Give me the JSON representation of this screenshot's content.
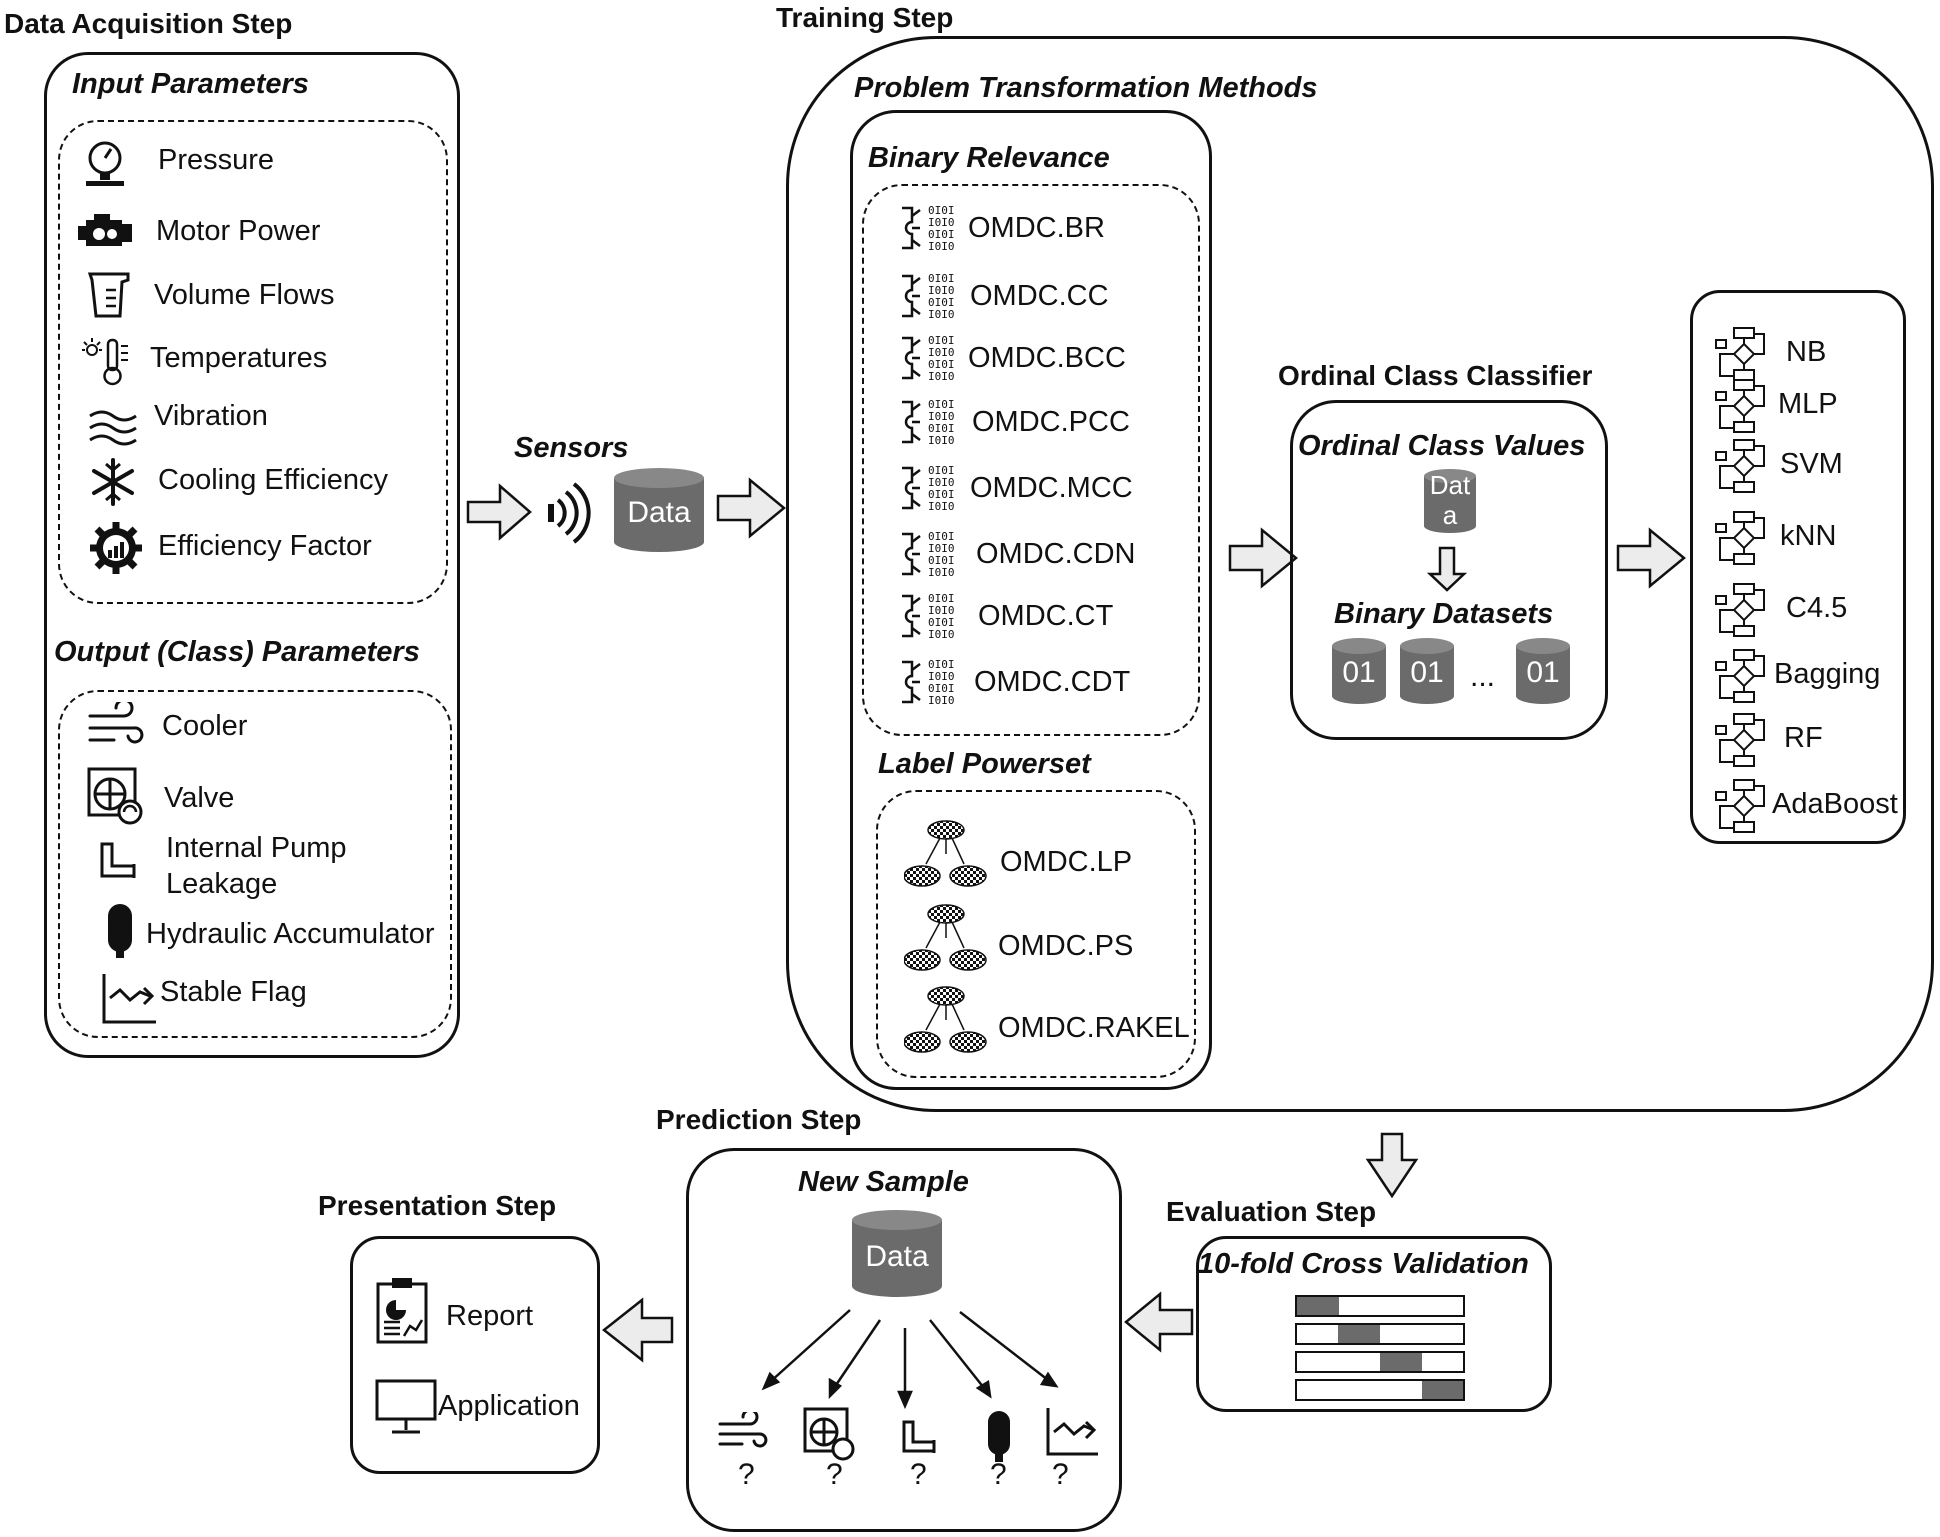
{
  "steps": {
    "acquisition": "Data Acquisition Step",
    "training": "Training Step",
    "prediction": "Prediction Step",
    "presentation": "Presentation Step",
    "evaluation": "Evaluation Step"
  },
  "acquisition": {
    "input_title": "Input Parameters",
    "inputs": [
      "Pressure",
      "Motor Power",
      "Volume Flows",
      "Temperatures",
      "Vibration",
      "Cooling Efficiency",
      "Efficiency Factor"
    ],
    "output_title": "Output (Class) Parameters",
    "outputs": [
      "Cooler",
      "Valve",
      "Internal Pump",
      "Leakage",
      "Hydraulic Accumulator",
      "Stable Flag"
    ]
  },
  "sensors": {
    "label": "Sensors",
    "data": "Data"
  },
  "training": {
    "ptm_title": "Problem Transformation Methods",
    "br_title": "Binary Relevance",
    "br_items": [
      "OMDC.BR",
      "OMDC.CC",
      "OMDC.BCC",
      "OMDC.PCC",
      "OMDC.MCC",
      "OMDC.CDN",
      "OMDC.CT",
      "OMDC.CDT"
    ],
    "lp_title": "Label Powerset",
    "lp_items": [
      "OMDC.LP",
      "OMDC.PS",
      "OMDC.RAKEL"
    ],
    "occ_title": "Ordinal Class Classifier",
    "ocv_title": "Ordinal Class Values",
    "ocv_data_line1": "Dat",
    "ocv_data_line2": "a",
    "bd_title": "Binary Datasets",
    "bd_label": "01",
    "bd_ellipsis": "...",
    "classifiers": [
      "NB",
      "MLP",
      "SVM",
      "kNN",
      "C4.5",
      "Bagging",
      "RF",
      "AdaBoost"
    ]
  },
  "evaluation": {
    "title": "10-fold Cross Validation"
  },
  "prediction": {
    "title": "New Sample",
    "data": "Data",
    "q": "?"
  },
  "presentation": {
    "items": [
      "Report",
      "Application"
    ]
  }
}
